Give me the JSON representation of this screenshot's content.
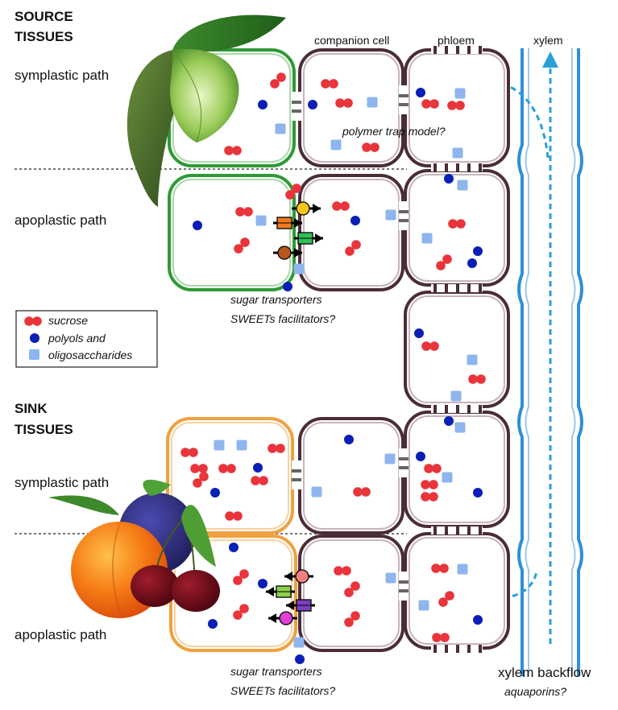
{
  "source": {
    "heading_line1": "SOURCE",
    "heading_line2": "TISSUES",
    "symplastic_label": "symplastic path",
    "apoplastic_label": "apoplastic path",
    "polymer_trap": "polymer trap model?",
    "transporters_line1": "sugar transporters",
    "transporters_line2": "SWEETs facilitators?"
  },
  "sink": {
    "heading_line1": "SINK",
    "heading_line2": "TISSUES",
    "symplastic_label": "symplastic path",
    "apoplastic_label": "apoplastic path",
    "transporters_line1": "sugar transporters",
    "transporters_line2": "SWEETs facilitators?"
  },
  "columns": {
    "companion": "companion cell",
    "phloem": "phloem",
    "xylem": "xylem"
  },
  "legend": {
    "items": [
      {
        "label": "sucrose",
        "icon": "sucrose-icon"
      },
      {
        "label": "polyols and",
        "icon": "polyol-icon"
      },
      {
        "label": "oligosaccharides",
        "icon": "oligosaccharide-icon"
      }
    ]
  },
  "xylem_backflow": {
    "title": "xylem backflow",
    "subtitle": "aquaporins?"
  },
  "colors": {
    "sucrose": "#e8343a",
    "polyol": "#0a1fb5",
    "oligo": "#8fb5ee",
    "source_cell": "#2e9a36",
    "sink_cell": "#f0a041",
    "phloem_wall": "#4a2d38",
    "xylem": "#2e8fd6"
  }
}
